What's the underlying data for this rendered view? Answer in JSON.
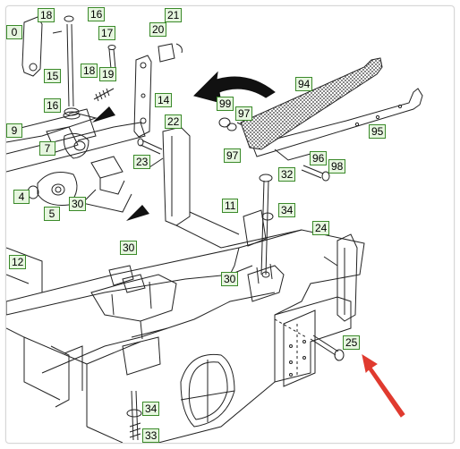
{
  "callouts": [
    {
      "id": "c10",
      "text": "0"
    },
    {
      "id": "c18a",
      "text": "18"
    },
    {
      "id": "c16a",
      "text": "16"
    },
    {
      "id": "c21",
      "text": "21"
    },
    {
      "id": "c17",
      "text": "17"
    },
    {
      "id": "c20",
      "text": "20"
    },
    {
      "id": "c15",
      "text": "15"
    },
    {
      "id": "c18b",
      "text": "18"
    },
    {
      "id": "c19",
      "text": "19"
    },
    {
      "id": "c16b",
      "text": "16"
    },
    {
      "id": "c14",
      "text": "14"
    },
    {
      "id": "c9",
      "text": "9"
    },
    {
      "id": "c7",
      "text": "7"
    },
    {
      "id": "c22",
      "text": "22"
    },
    {
      "id": "c23",
      "text": "23"
    },
    {
      "id": "c4",
      "text": "4"
    },
    {
      "id": "c5",
      "text": "5"
    },
    {
      "id": "c30a",
      "text": "30"
    },
    {
      "id": "c94",
      "text": "94"
    },
    {
      "id": "c99",
      "text": "99"
    },
    {
      "id": "c97a",
      "text": "97"
    },
    {
      "id": "c97b",
      "text": "97"
    },
    {
      "id": "c95",
      "text": "95"
    },
    {
      "id": "c96",
      "text": "96"
    },
    {
      "id": "c98",
      "text": "98"
    },
    {
      "id": "c32",
      "text": "32"
    },
    {
      "id": "c11",
      "text": "11"
    },
    {
      "id": "c34a",
      "text": "34"
    },
    {
      "id": "c24",
      "text": "24"
    },
    {
      "id": "c12",
      "text": "12"
    },
    {
      "id": "c30b",
      "text": "30"
    },
    {
      "id": "c30c",
      "text": "30"
    },
    {
      "id": "c25",
      "text": "25"
    },
    {
      "id": "c34b",
      "text": "34"
    },
    {
      "id": "c33",
      "text": "33"
    }
  ],
  "colors": {
    "callout_fill": "#e6f6df",
    "callout_border": "#3b8a2a",
    "pointer_arrow": "#e03a2f",
    "line_art": "#222222"
  },
  "icons": {
    "direction_arrows": "black-arrow-icon",
    "highlight_arrow": "red-arrow-icon"
  }
}
